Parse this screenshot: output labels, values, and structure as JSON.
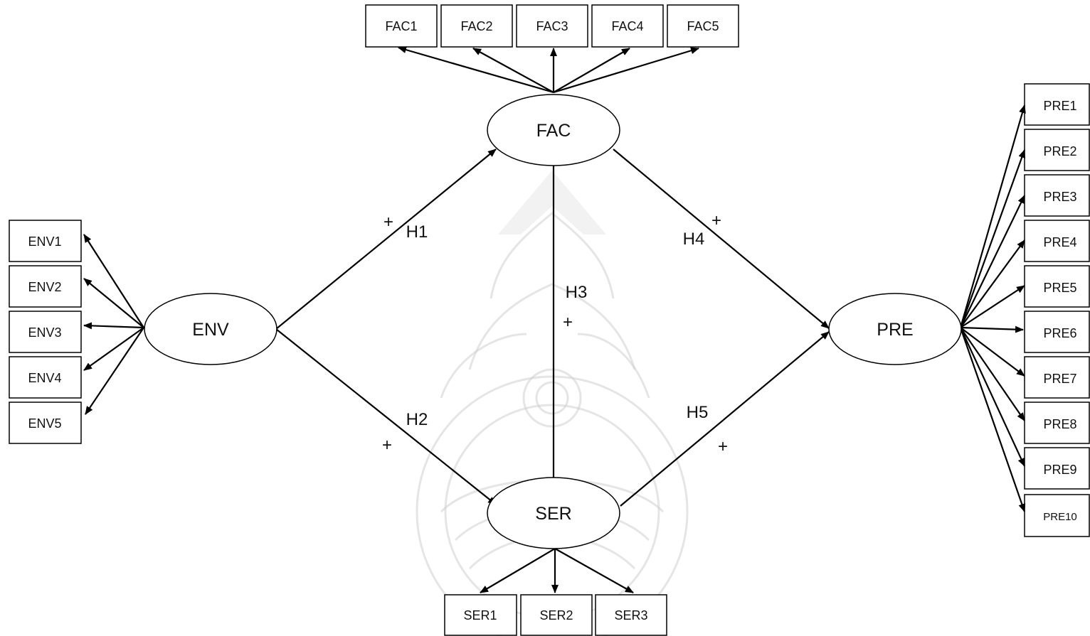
{
  "latent": {
    "env": "ENV",
    "fac": "FAC",
    "ser": "SER",
    "pre": "PRE"
  },
  "indicators": {
    "fac": [
      "FAC1",
      "FAC2",
      "FAC3",
      "FAC4",
      "FAC5"
    ],
    "env": [
      "ENV1",
      "ENV2",
      "ENV3",
      "ENV4",
      "ENV5"
    ],
    "ser": [
      "SER1",
      "SER2",
      "SER3"
    ],
    "pre": [
      "PRE1",
      "PRE2",
      "PRE3",
      "PRE4",
      "PRE5",
      "PRE6",
      "PRE7",
      "PRE8",
      "PRE9",
      "PRE10"
    ]
  },
  "hypotheses": {
    "h1": {
      "label": "H1",
      "sign": "+"
    },
    "h2": {
      "label": "H2",
      "sign": "+"
    },
    "h3": {
      "label": "H3",
      "sign": "+"
    },
    "h4": {
      "label": "H4",
      "sign": "+"
    },
    "h5": {
      "label": "H5",
      "sign": "+"
    }
  }
}
